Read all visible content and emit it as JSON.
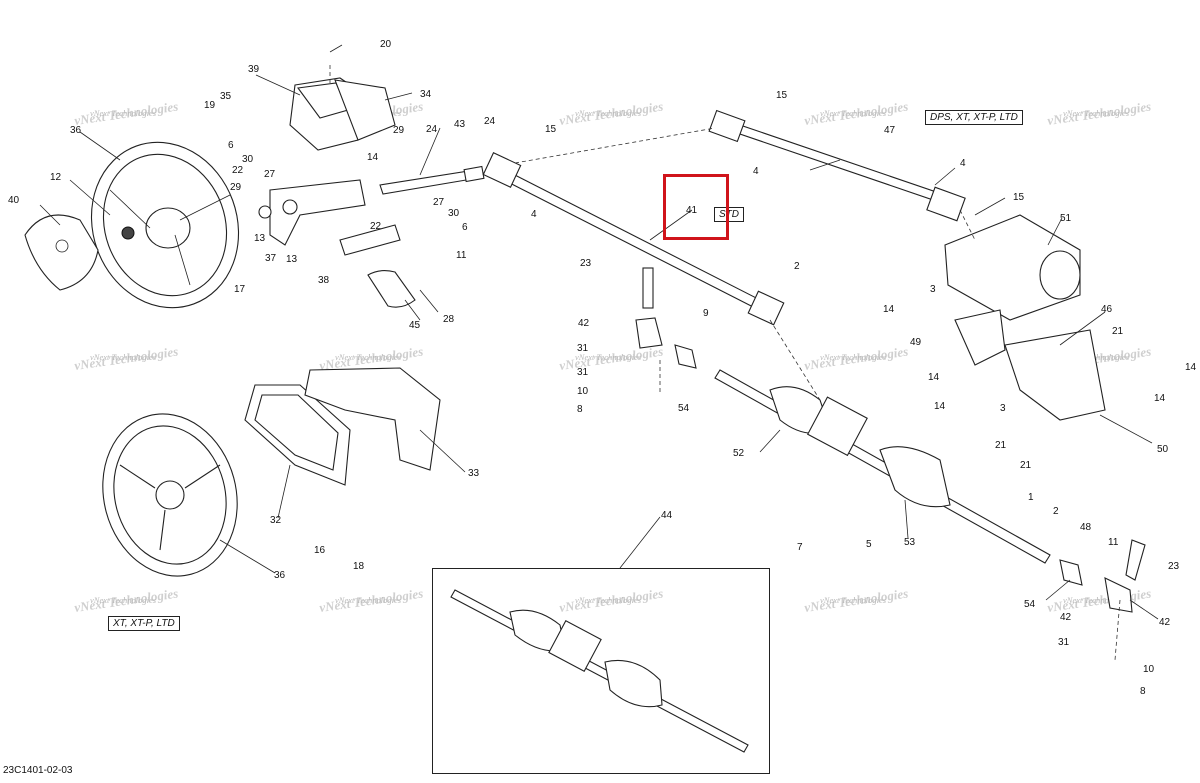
{
  "diagram": {
    "id": "23C1401-02-03",
    "watermark": "vNext Technologies",
    "variants": {
      "dps": "DPS, XT, XT-P, LTD",
      "std": "STD",
      "xt": "XT, XT-P, LTD"
    },
    "callouts": [
      {
        "n": "20"
      },
      {
        "n": "39"
      },
      {
        "n": "34"
      },
      {
        "n": "35"
      },
      {
        "n": "19"
      },
      {
        "n": "36"
      },
      {
        "n": "6"
      },
      {
        "n": "30"
      },
      {
        "n": "27"
      },
      {
        "n": "29"
      },
      {
        "n": "14"
      },
      {
        "n": "43"
      },
      {
        "n": "24"
      },
      {
        "n": "24"
      },
      {
        "n": "15"
      },
      {
        "n": "12"
      },
      {
        "n": "22"
      },
      {
        "n": "29"
      },
      {
        "n": "40"
      },
      {
        "n": "13"
      },
      {
        "n": "13"
      },
      {
        "n": "37"
      },
      {
        "n": "17"
      },
      {
        "n": "27"
      },
      {
        "n": "30"
      },
      {
        "n": "22"
      },
      {
        "n": "6"
      },
      {
        "n": "11"
      },
      {
        "n": "38"
      },
      {
        "n": "4"
      },
      {
        "n": "45"
      },
      {
        "n": "28"
      },
      {
        "n": "41"
      },
      {
        "n": "23"
      },
      {
        "n": "2"
      },
      {
        "n": "42"
      },
      {
        "n": "9"
      },
      {
        "n": "31"
      },
      {
        "n": "31"
      },
      {
        "n": "10"
      },
      {
        "n": "8"
      },
      {
        "n": "54"
      },
      {
        "n": "15"
      },
      {
        "n": "47"
      },
      {
        "n": "4"
      },
      {
        "n": "4"
      },
      {
        "n": "15"
      },
      {
        "n": "51"
      },
      {
        "n": "3"
      },
      {
        "n": "14"
      },
      {
        "n": "46"
      },
      {
        "n": "49"
      },
      {
        "n": "21"
      },
      {
        "n": "3"
      },
      {
        "n": "14"
      },
      {
        "n": "14"
      },
      {
        "n": "14"
      },
      {
        "n": "21"
      },
      {
        "n": "14"
      },
      {
        "n": "52"
      },
      {
        "n": "50"
      },
      {
        "n": "21"
      },
      {
        "n": "1"
      },
      {
        "n": "2"
      },
      {
        "n": "53"
      },
      {
        "n": "48"
      },
      {
        "n": "7"
      },
      {
        "n": "5"
      },
      {
        "n": "11"
      },
      {
        "n": "33"
      },
      {
        "n": "32"
      },
      {
        "n": "16"
      },
      {
        "n": "18"
      },
      {
        "n": "36"
      },
      {
        "n": "44"
      },
      {
        "n": "23"
      },
      {
        "n": "54"
      },
      {
        "n": "42"
      },
      {
        "n": "31"
      },
      {
        "n": "10"
      },
      {
        "n": "8"
      },
      {
        "n": "42"
      }
    ]
  }
}
